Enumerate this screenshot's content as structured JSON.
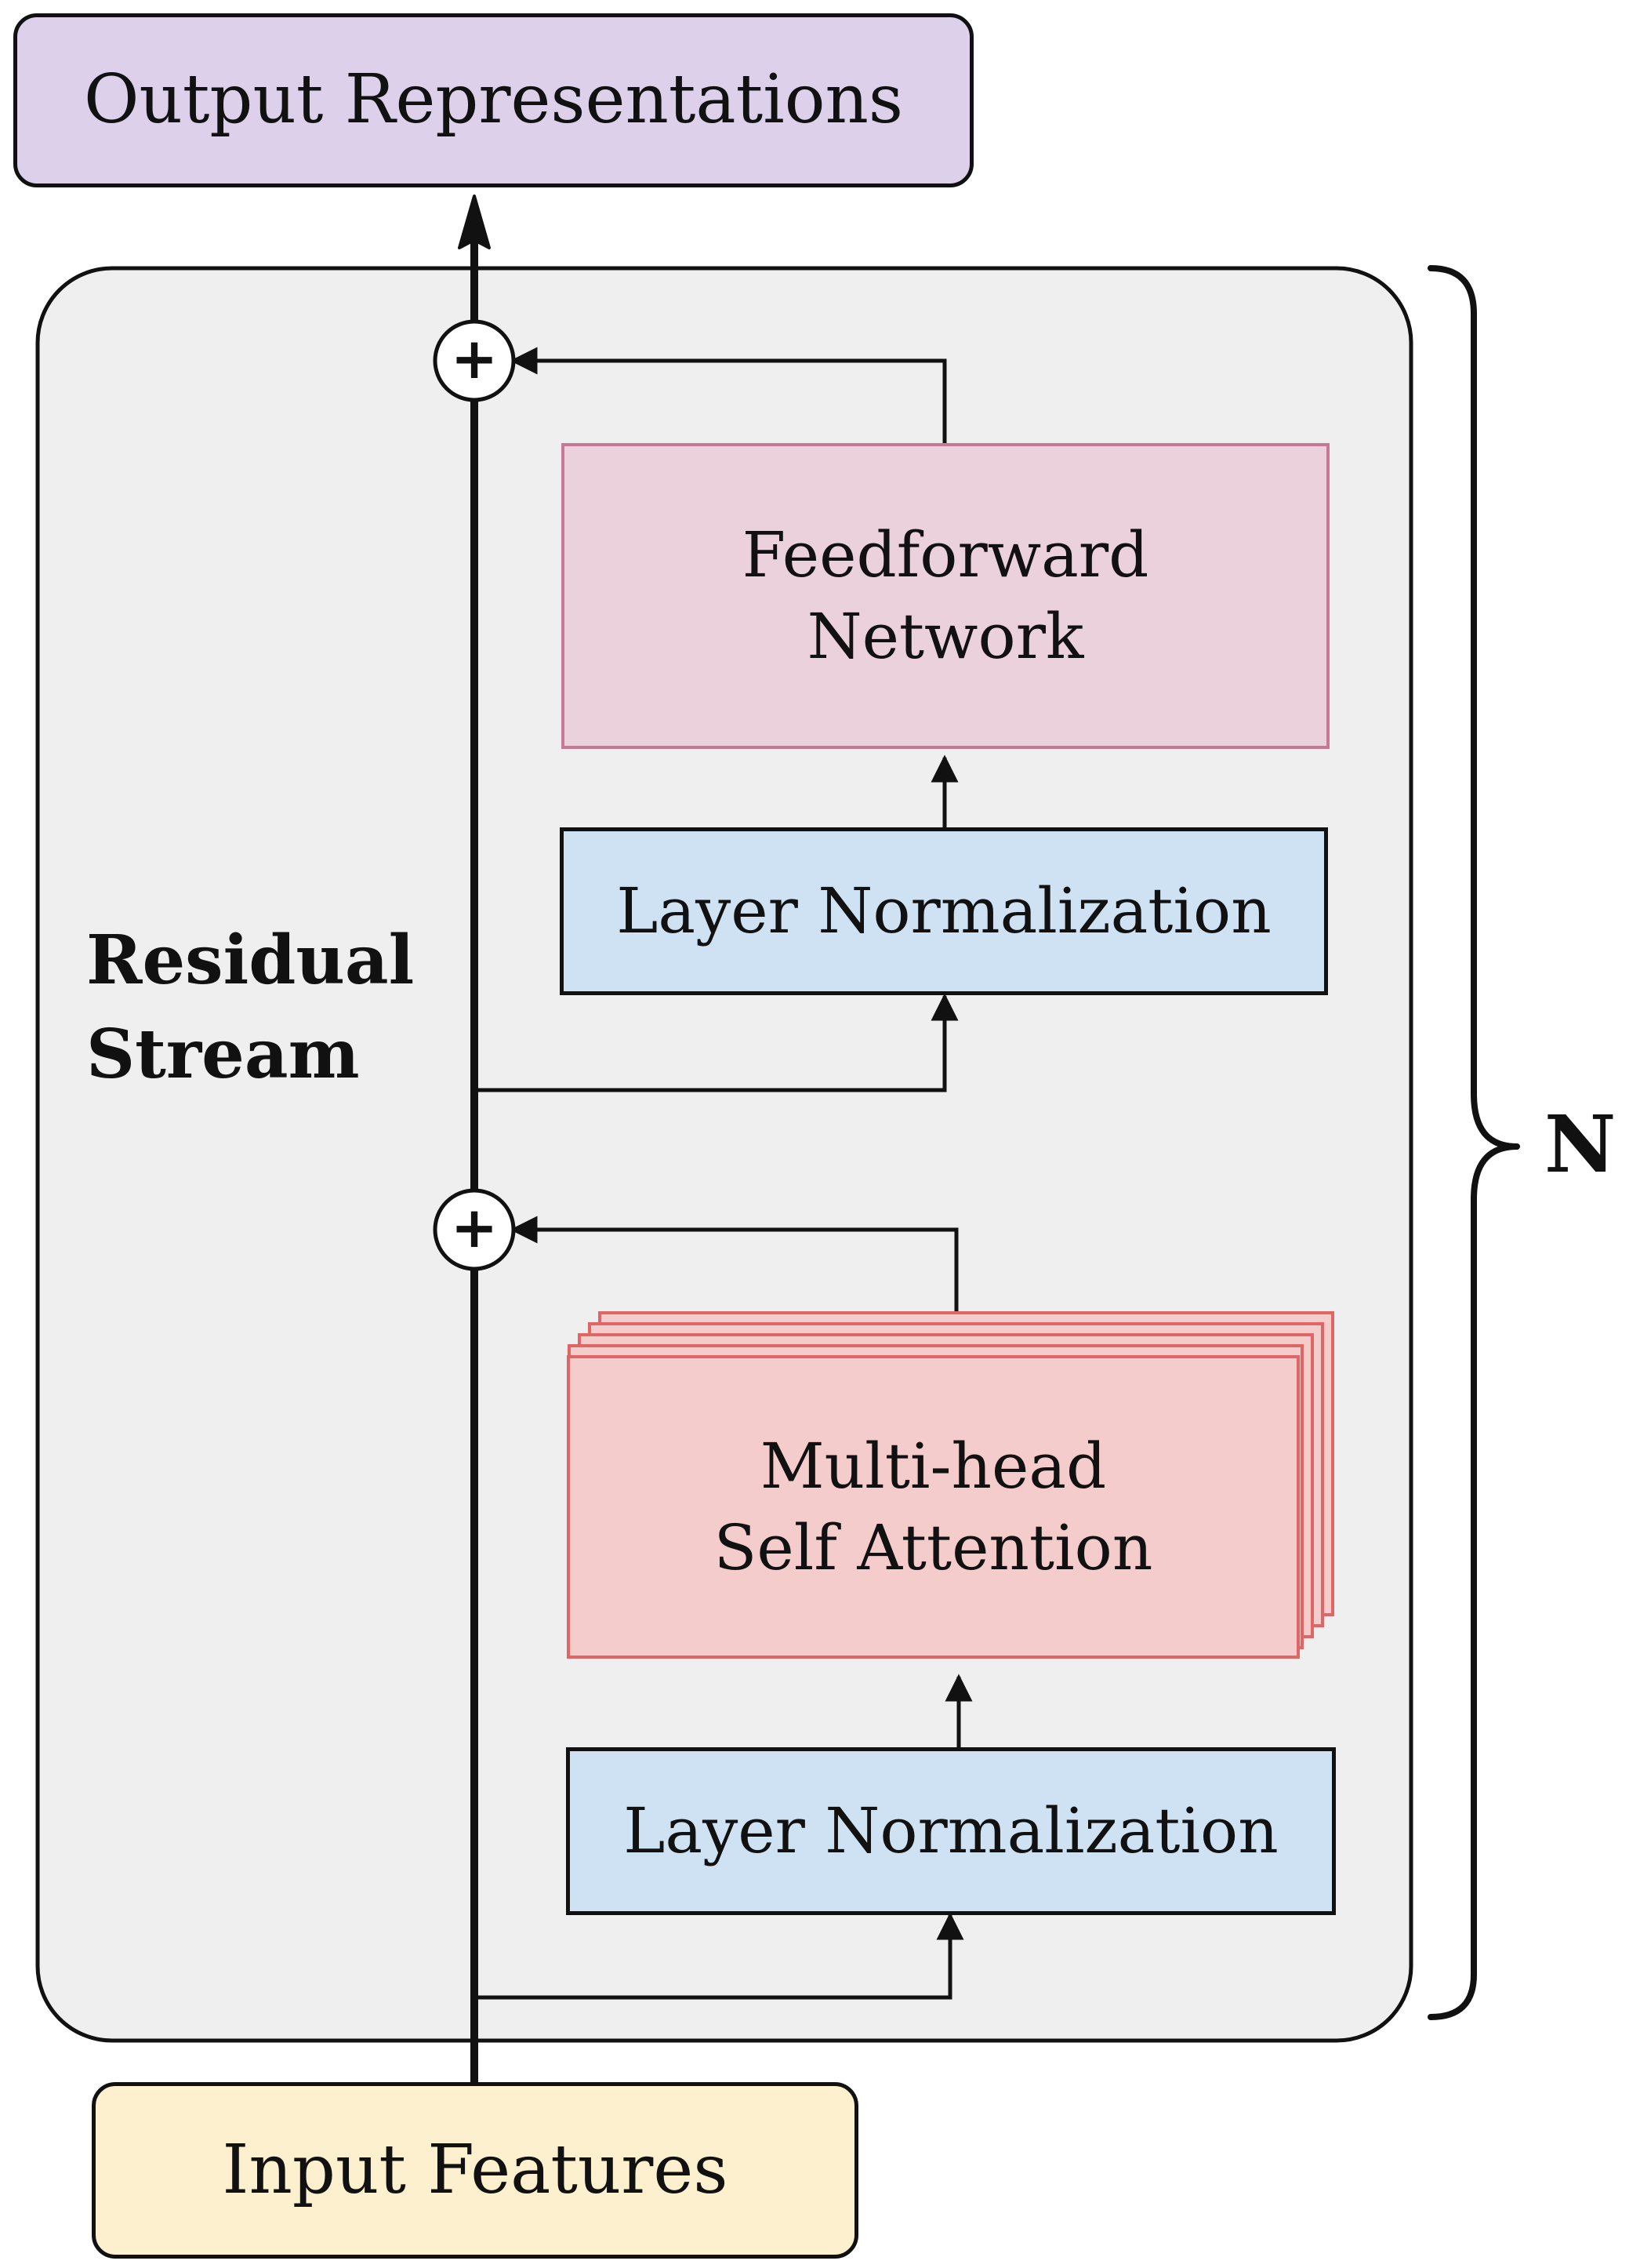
{
  "output_label": "Output Representations",
  "input_label": "Input Features",
  "residual_stream_label": "Residual\nStream",
  "repeat_label": "N",
  "feedforward_label": "Feedforward\nNetwork",
  "layer_norm_top_label": "Layer Normalization",
  "attention_label": "Multi-head\nSelf Attention",
  "layer_norm_bottom_label": "Layer Normalization",
  "add_symbol": "+",
  "colors": {
    "output_fill": "#dcd0ea",
    "input_fill": "#fdf0cf",
    "block_fill": "#efefef",
    "feedforward_fill": "#ead1dc",
    "feedforward_border": "#c77896",
    "layer_norm_fill": "#cfe2f3",
    "attention_fill": "#f4cccc",
    "attention_border": "#e06666"
  }
}
